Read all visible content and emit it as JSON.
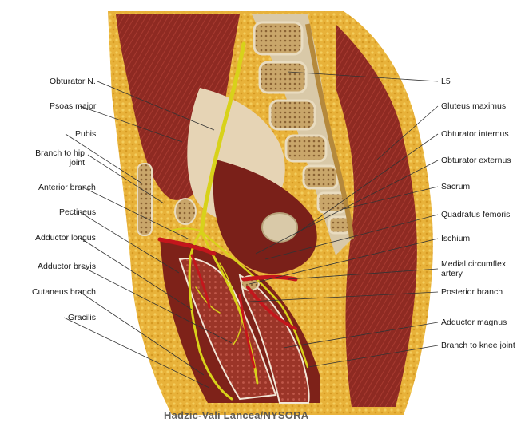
{
  "labels_left": [
    "Obturator N.",
    "Psoas major",
    "Pubis",
    "Branch to hip\njoint",
    "Anterior branch",
    "Pectineus",
    "Adductor longus",
    "Adductor brevis",
    "Cutaneus branch",
    "Gracilis"
  ],
  "labels_right": [
    "L5",
    "Gluteus maximus",
    "Obturator internus",
    "Obturator externus",
    "Sacrum",
    "Quadratus femoris",
    "Ischium",
    "Medial circumflex\nartery",
    "Posterior branch",
    "Adductor magnus",
    "Branch to knee joint"
  ],
  "credit": "Hadzic-Vali Lancea/NYSORA",
  "colors": {
    "muscle": "#8e2a22",
    "muscle_dark": "#5e1712",
    "fat": "#e8b23a",
    "bone": "#d9c9a8",
    "nerve": "#d8d21a",
    "artery": "#c4161c",
    "skin": "#f0c8b0",
    "leader": "#333333"
  }
}
